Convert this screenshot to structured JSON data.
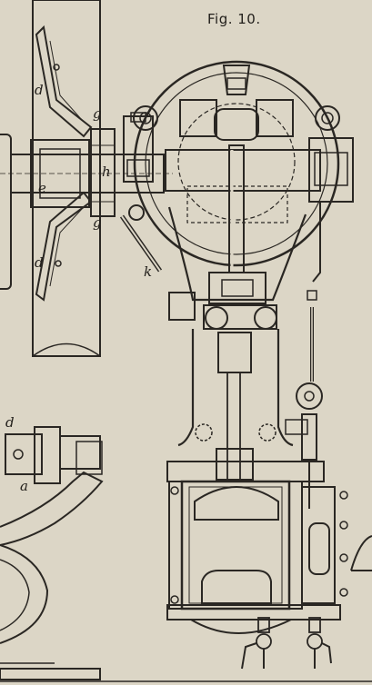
{
  "figure": {
    "title": "Fig. 10."
  },
  "labels": {
    "d_top": "d",
    "g_top": "g",
    "e": "e",
    "h": "h",
    "g_bottom": "g",
    "d_mid": "d",
    "k": "k",
    "d_lower": "d",
    "a": "a"
  },
  "colors": {
    "paper": "#dcd6c6",
    "ink": "#2a2723",
    "hatch": "#6b655b"
  }
}
